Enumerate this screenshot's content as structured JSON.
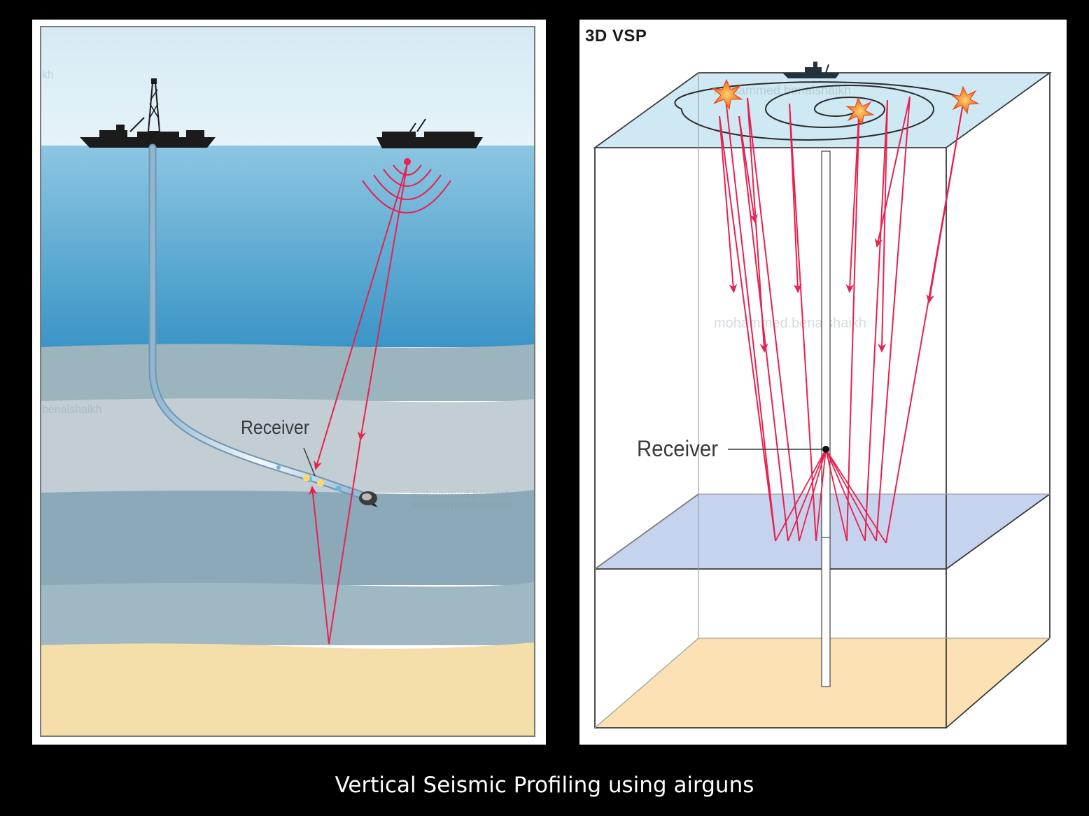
{
  "caption": "Vertical Seismic Profiling using airguns",
  "left_panel": {
    "receiver_label": "Receiver",
    "watermarks": [
      "kh",
      "benalshaikh",
      "mohammed.benaish",
      "mohammed.benaish"
    ]
  },
  "right_panel": {
    "title": "3D VSP",
    "receiver_label": "Receiver",
    "watermarks": [
      "mohammed.benalshaikh",
      "mohammed.benalshaikh"
    ]
  },
  "colors": {
    "ray": "#e8214f",
    "sky": "#ddeef6",
    "water_top": "#7fbfdc",
    "water_bottom": "#3d97c8",
    "sand": "#f4deaa",
    "layer_blue": "#c3d4f0",
    "water_plane": "#cfe9f4",
    "burst": "#f26b1d"
  }
}
